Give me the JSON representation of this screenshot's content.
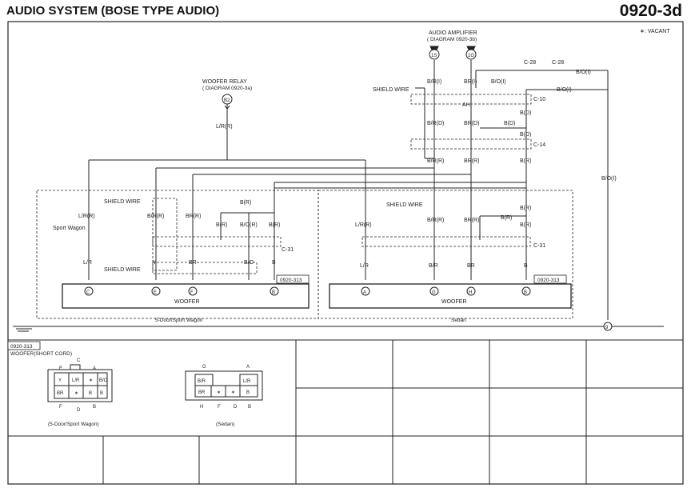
{
  "header": {
    "title": "AUDIO SYSTEM (BOSE TYPE AUDIO)",
    "code": "0920-3d"
  },
  "legend": {
    "vacant": "∗: VACANT"
  },
  "amplifier": {
    "title": "AUDIO AMPLIFIER",
    "ref": "( DIAGRAM 0920-3b)",
    "term1": "1S",
    "term2": "1G"
  },
  "relay": {
    "title": "WOOFER RELAY",
    "ref": "( DIAGRAM 0920-3a)",
    "term": "B2"
  },
  "labels": {
    "shield_wire": "SHIELD WIRE",
    "sport_wagon": "Sport Wagon",
    "woofer": "WOOFER",
    "five_door": "5-Door/Sport Wagon",
    "sedan": "Sedan",
    "section_ref": "0920-313",
    "connector_title": "WOOFER(SHORT CORD)",
    "five_door_paren": "(5-Door/Sport Wagon)",
    "sedan_paren": "(Sedan)"
  },
  "wires": {
    "lr_r": "L/R(R)",
    "lr": "L/R",
    "br_r": "B/R(R)",
    "br_r2": "BR(R)",
    "br_i": "B/R(I)",
    "br_i2": "BR(I)",
    "bo_i": "B/O(I)",
    "br_d": "B/R(D)",
    "br_d2": "BR(D)",
    "b_d": "B(D)",
    "b_r": "B(R)",
    "bo_r": "B/O(R)",
    "y": "Y",
    "br": "BR",
    "bo": "B/O",
    "b": "B",
    "ar": "B/R",
    "ah": "AH"
  },
  "connectors_ref": {
    "c28": "C-28",
    "c10": "C-10",
    "c14": "C-14",
    "c31": "C-31",
    "ground": "9"
  },
  "terminals": {
    "c": "C",
    "e": "E",
    "f": "F",
    "b": "B",
    "a": "A",
    "g": "G",
    "h": "H",
    "d": "D",
    "a2": "A"
  },
  "pinout5": {
    "top": [
      "Y",
      "L/R",
      "∗",
      "B/O"
    ],
    "bottom": [
      "BR",
      "∗",
      "B",
      "B"
    ],
    "labels_top": [
      "E",
      "C",
      "A"
    ],
    "labels_bot": [
      "F",
      "D",
      "B"
    ]
  },
  "pinoutS": {
    "top": [
      "B/R",
      "L/R"
    ],
    "bottom": [
      "BR",
      "∗",
      "∗",
      "B"
    ],
    "labels_top": [
      "G",
      "A"
    ],
    "labels_bot": [
      "H",
      "F",
      "D",
      "B"
    ]
  }
}
